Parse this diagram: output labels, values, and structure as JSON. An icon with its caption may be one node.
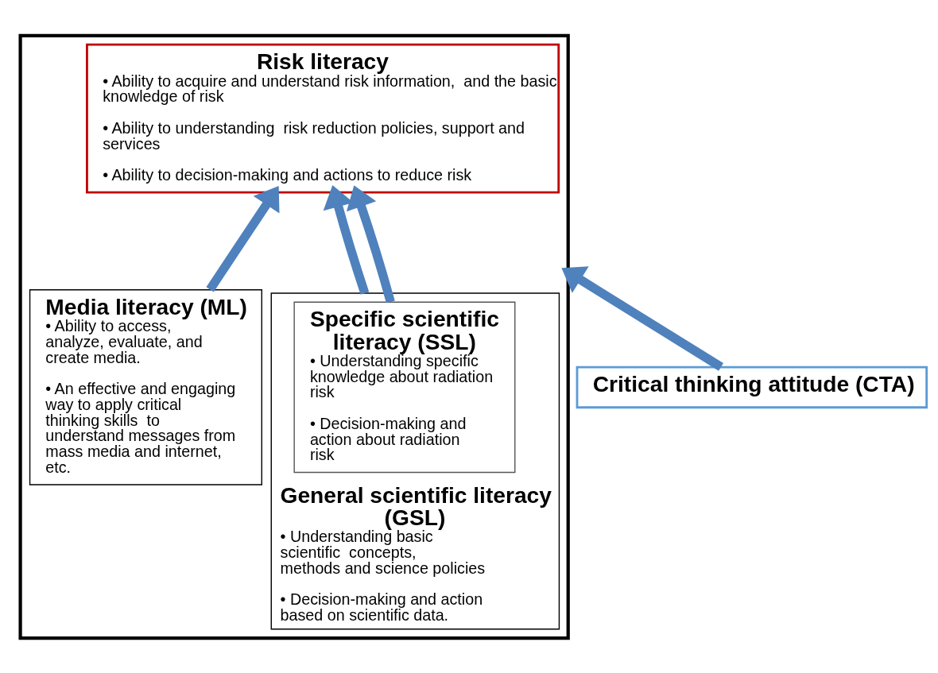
{
  "diagram": {
    "nodes": [
      {
        "text": [],
        "shape": "box"
      },
      {
        "text": [
          "Risk literacy",
          "• Ability to acquire and understand risk information,  and the basic knowledge of risk",
          "• Ability to understanding  risk reduction policies, support and services",
          "• Ability to decision-making and actions to reduce risk"
        ],
        "in": 0
      },
      {
        "text": [
          "Media literacy (ML)",
          "• Ability to access, analyze, evaluate, and create media.",
          "• An effective and engaging way to apply critical thinking skills  to understand messages from mass media and internet, etc."
        ],
        "in": 0
      },
      {
        "text": [
          "General scientific literacy (GSL)",
          "• Understanding basic scientific  concepts, methods and science policies",
          "• Decision-making and action based on scientific data."
        ],
        "in": 0
      },
      {
        "text": [
          "Specific scientific literacy (SSL)",
          "• Understanding specific knowledge about radiation risk",
          "• Decision-making and action about radiation risk"
        ],
        "in": 3
      },
      {
        "text": [
          "Critical thinking attitude (CTA)"
        ]
      }
    ],
    "edges": [
      {
        "from": 2,
        "to": 1,
        "arrow": "to"
      },
      {
        "from": 3,
        "to": 1,
        "arrow": "to"
      },
      {
        "from": 4,
        "to": 1,
        "arrow": "to"
      },
      {
        "from": 5,
        "to": 0,
        "arrow": "to"
      }
    ]
  }
}
